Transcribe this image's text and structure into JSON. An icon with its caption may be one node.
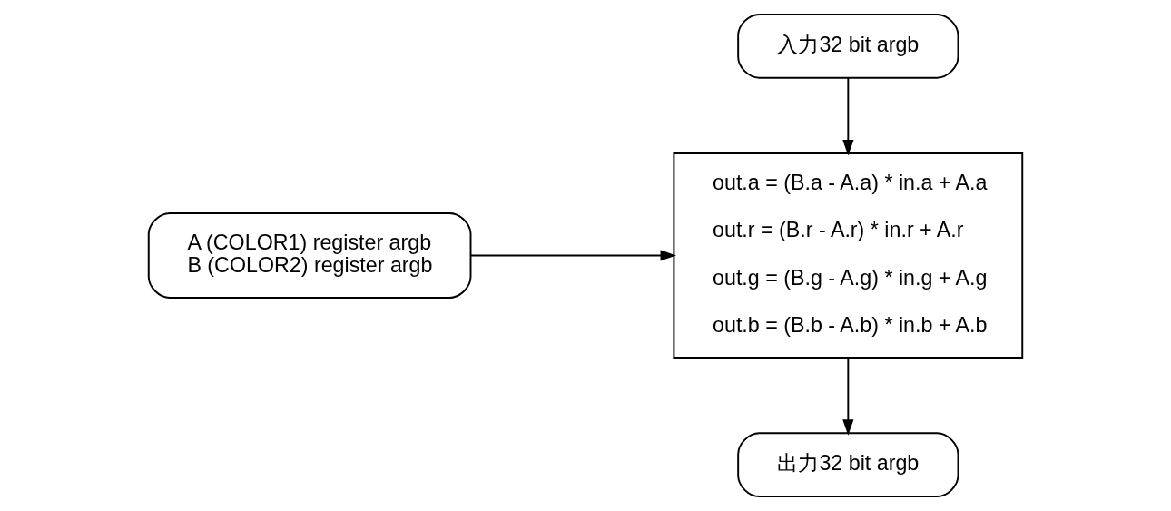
{
  "diagram": {
    "nodes": [
      {
        "text": [
          "入力32 bit argb"
        ]
      },
      {
        "text": [
          "out.a = (B.a - A.a) * in.a + A.a",
          "out.r = (B.r - A.r) * in.r + A.r",
          "out.g = (B.g - A.g) * in.g + A.g",
          "out.b = (B.b - A.b) * in.b + A.b"
        ]
      },
      {
        "text": [
          "A (COLOR1) register argb",
          "B (COLOR2) register argb"
        ]
      },
      {
        "text": [
          "出力32 bit argb"
        ]
      }
    ],
    "edges": [
      {
        "from": 0,
        "to": 1,
        "arrow": "to"
      },
      {
        "from": 2,
        "to": 1,
        "arrow": "to"
      },
      {
        "from": 1,
        "to": 3,
        "arrow": "to"
      }
    ]
  }
}
